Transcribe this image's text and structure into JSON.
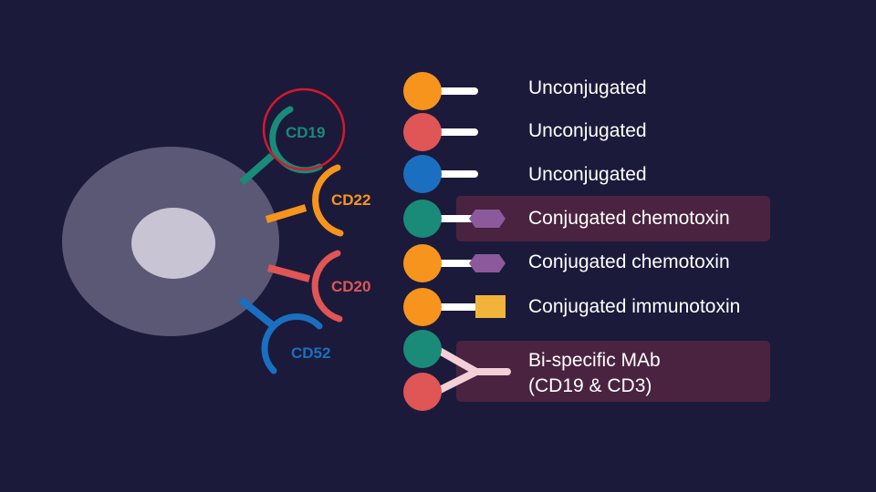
{
  "colors": {
    "background": "#1b1a3b",
    "cell": "#5a5875",
    "nucleus": "#c9c4d3",
    "teal": "#1a8a79",
    "orange": "#f7941d",
    "red": "#e05555",
    "blue": "#1a6fc0",
    "highlight_box": "#4a2340",
    "circle_marker": "#d6182a",
    "chemotoxin": "#8c5a9c",
    "immunotoxin": "#f0b43a",
    "bispecific_stem": "#f5cfd6"
  },
  "receptors": [
    {
      "label": "CD19",
      "color": "#1a8a79",
      "circled": true
    },
    {
      "label": "CD22",
      "color": "#f7941d",
      "circled": false
    },
    {
      "label": "CD20",
      "color": "#e05555",
      "circled": false
    },
    {
      "label": "CD52",
      "color": "#1a6fc0",
      "circled": false
    }
  ],
  "antibodies": [
    {
      "label": "Unconjugated",
      "color": "#f7941d",
      "payload": "none",
      "highlight": false
    },
    {
      "label": "Unconjugated",
      "color": "#e05555",
      "payload": "none",
      "highlight": false
    },
    {
      "label": "Unconjugated",
      "color": "#1a6fc0",
      "payload": "none",
      "highlight": false
    },
    {
      "label": "Conjugated chemotoxin",
      "color": "#1a8a79",
      "payload": "hexagon",
      "highlight": true
    },
    {
      "label": "Conjugated chemotoxin",
      "color": "#f7941d",
      "payload": "hexagon",
      "highlight": false
    },
    {
      "label": "Conjugated immunotoxin",
      "color": "#f7941d",
      "payload": "square",
      "highlight": false
    }
  ],
  "bispecific": {
    "line1": "Bi-specific MAb",
    "line2": "(CD19 & CD3)",
    "colors": [
      "#1a8a79",
      "#e05555"
    ],
    "highlight": true
  }
}
